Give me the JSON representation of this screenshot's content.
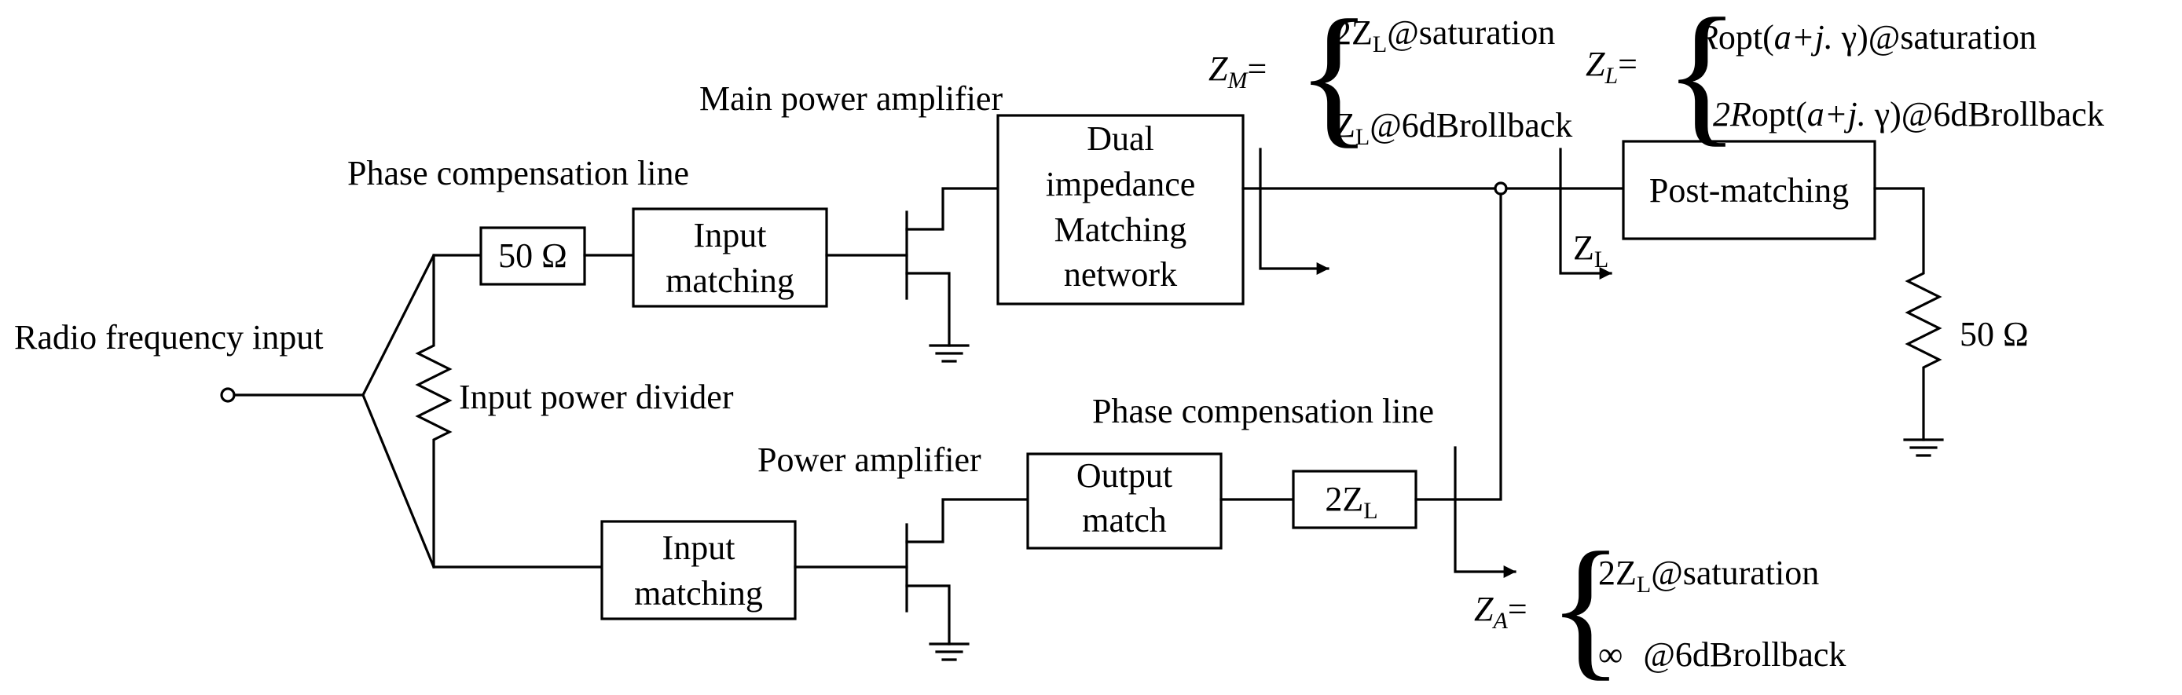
{
  "labels": {
    "rf_input": "Radio frequency input",
    "input_divider": "Input power divider",
    "phase_line_top": "Phase compensation line",
    "phase_line_bottom": "Phase compensation line",
    "main_pa": "Main power amplifier",
    "aux_pa": "Power amplifier",
    "load_value": "50 Ω"
  },
  "blocks": {
    "phase_50": "50 Ω",
    "input_matching_top": [
      "Input",
      "matching"
    ],
    "input_matching_bottom": [
      "Input",
      "matching"
    ],
    "dual_impedance": [
      "Dual",
      "impedance",
      "Matching",
      "network"
    ],
    "output_match": [
      "Output",
      "match"
    ],
    "line_2zl": {
      "main": "2Z",
      "sub": "L"
    },
    "post_matching": "Post-matching"
  },
  "annotations": {
    "zl_arrow": {
      "main": "Z",
      "sub": "L"
    }
  },
  "equations": {
    "zm": {
      "lhs_main": "Z",
      "lhs_sub": "M",
      "lhs_eq": "=",
      "case1": {
        "pre": "2Z",
        "sub": "L",
        "post": "@saturation"
      },
      "case2": {
        "pre": "Z",
        "sub": "L",
        "post": "@6dBrollback"
      }
    },
    "zl": {
      "lhs_main": "Z",
      "lhs_sub": "L",
      "lhs_eq": "=",
      "case1": {
        "pre": "R",
        "mid": "opt(",
        "ital": "a+j.",
        "post": " γ)@saturation"
      },
      "case2": {
        "pre": "2R",
        "mid": "opt(",
        "ital": "a+j.",
        "post": " γ)@6dBrollback"
      }
    },
    "za": {
      "lhs_main": "Z",
      "lhs_sub": "A",
      "lhs_eq": "=",
      "case1": {
        "pre": "2Z",
        "sub": "L",
        "post": "@saturation"
      },
      "case2": {
        "pre": "∞",
        "post": "@6dBrollback"
      }
    }
  }
}
